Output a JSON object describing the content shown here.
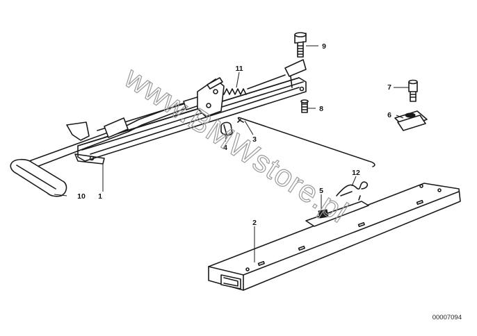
{
  "callouts": {
    "c1": "1",
    "c2": "2",
    "c3": "3",
    "c4": "4",
    "c5": "5",
    "c6": "6",
    "c7": "7",
    "c8": "8",
    "c9": "9",
    "c10": "10",
    "c11": "11",
    "c12": "12"
  },
  "watermark": "www.BMWstore.pl",
  "document_number": "00007094"
}
